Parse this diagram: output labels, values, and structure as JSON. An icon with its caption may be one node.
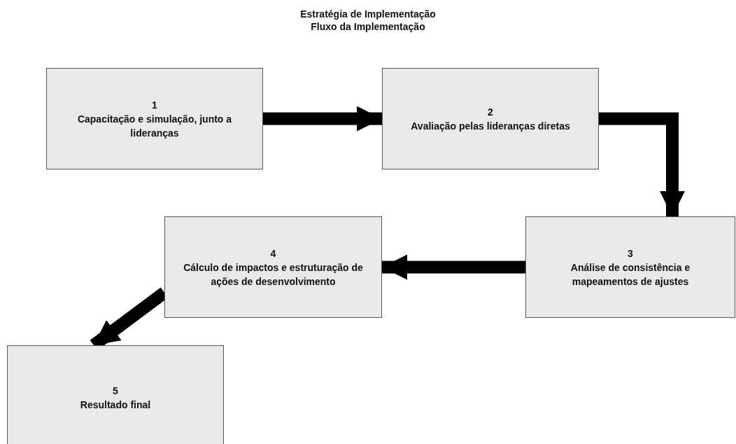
{
  "diagram": {
    "title": "Estratégia de Implementação",
    "labels": [
      "Fluxo da Implementação"
    ],
    "nodes": [
      {
        "text": [
          "1",
          "Capacitação e simulação, junto a lideranças"
        ]
      },
      {
        "text": [
          "2",
          "Avaliação pelas lideranças diretas"
        ]
      },
      {
        "text": [
          "3",
          "Análise de consistência e mapeamentos de ajustes"
        ]
      },
      {
        "text": [
          "4",
          "Cálculo de impactos e estruturação de ações de desenvolvimento"
        ]
      },
      {
        "text": [
          "5",
          "Resultado final"
        ]
      }
    ],
    "edges": [
      {
        "from": 0,
        "to": 1,
        "arrow": "to"
      },
      {
        "from": 1,
        "to": 2,
        "arrow": "to"
      },
      {
        "from": 2,
        "to": 3,
        "arrow": "to"
      },
      {
        "from": 3,
        "to": 4,
        "arrow": "to"
      }
    ]
  }
}
